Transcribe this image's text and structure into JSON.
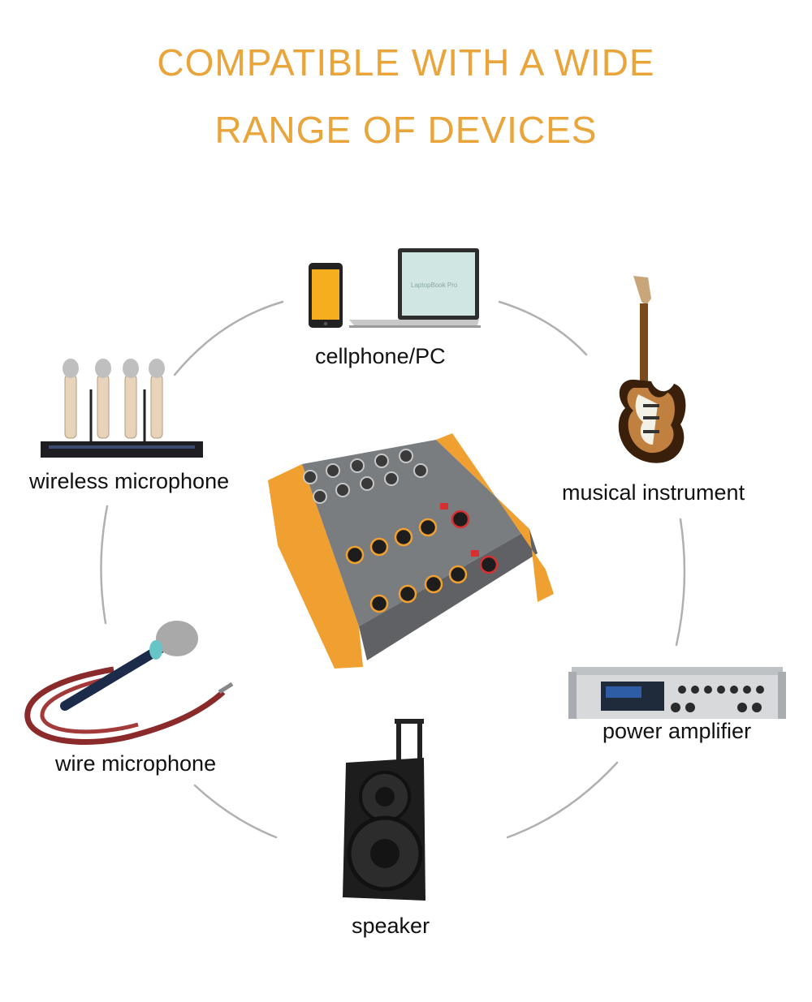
{
  "headline": {
    "line1": "COMPATIBLE WITH A WIDE",
    "line2": "RANGE OF DEVICES",
    "color": "#e9a43a"
  },
  "devices": [
    {
      "label": "cellphone/PC",
      "icon": "cellphone-laptop-icon"
    },
    {
      "label": "musical instrument",
      "icon": "electric-guitar-icon"
    },
    {
      "label": "power amplifier",
      "icon": "power-amplifier-icon"
    },
    {
      "label": "speaker",
      "icon": "speaker-icon"
    },
    {
      "label": "wire microphone",
      "icon": "wired-microphone-icon"
    },
    {
      "label": "wireless microphone",
      "icon": "wireless-microphone-icon"
    }
  ],
  "center": {
    "icon": "audio-mixer-icon",
    "accent": "#f0a030",
    "body": "#7a7d80"
  },
  "laptop_screen_text": "LaptopBook Pro"
}
